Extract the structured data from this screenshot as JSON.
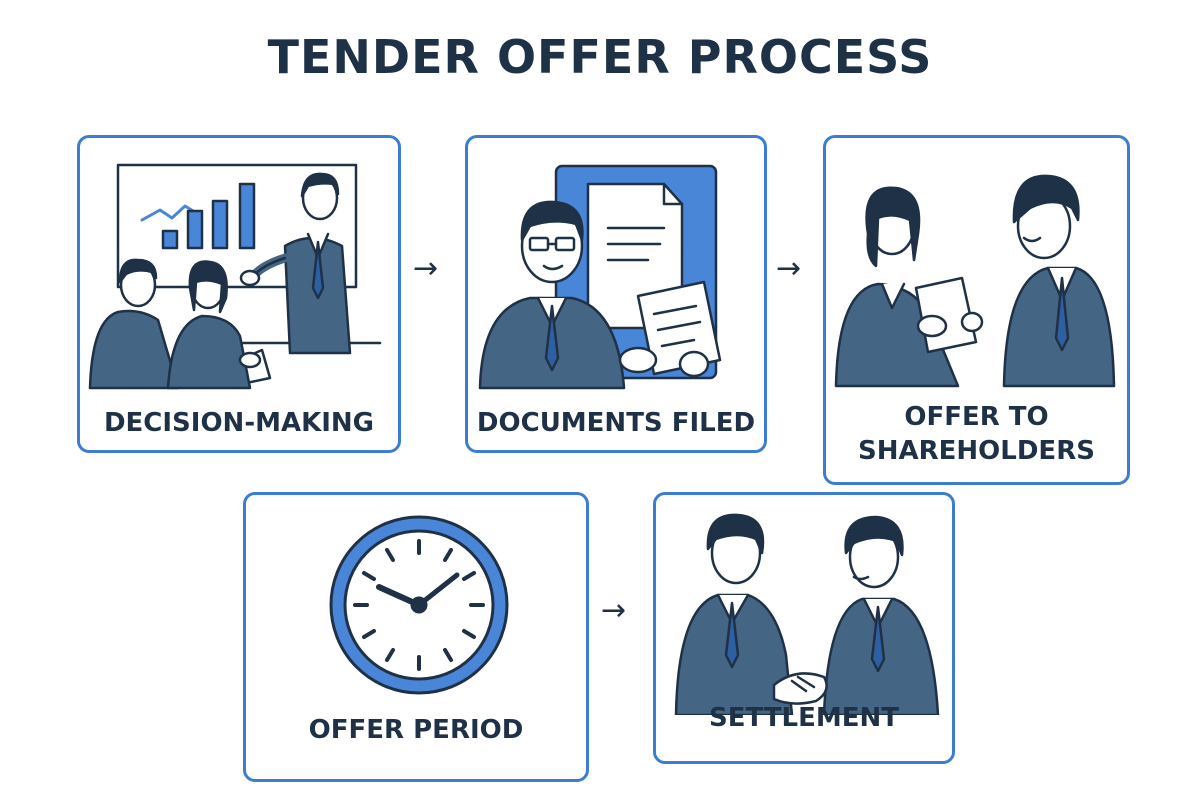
{
  "title": "TENDER OFFER PROCESS",
  "arrow_glyph": "→",
  "colors": {
    "border": "#3c7dd1",
    "navy": "#1f3146",
    "suit": "#456584",
    "accent_blue": "#4a86d8",
    "skin": "#ffffff"
  },
  "steps": [
    {
      "label": "DECISION-MAKING",
      "icon": "meeting-presentation-icon"
    },
    {
      "label": "DOCUMENTS FILED",
      "icon": "document-review-icon"
    },
    {
      "label": "OFFER TO\nSHAREHOLDERS",
      "icon": "two-people-talking-icon"
    },
    {
      "label": "OFFER PERIOD",
      "icon": "clock-icon"
    },
    {
      "label": "SETTLEMENT",
      "icon": "handshake-icon"
    }
  ]
}
